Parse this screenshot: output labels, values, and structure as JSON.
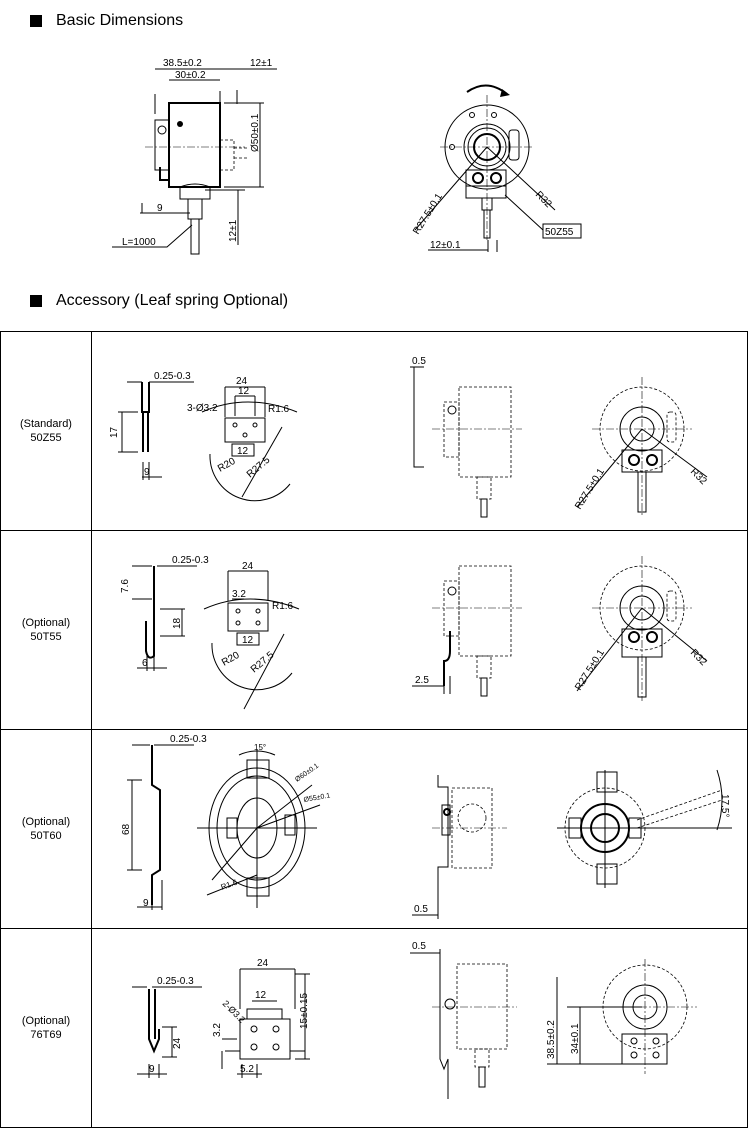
{
  "basic": {
    "title": "Basic Dimensions",
    "labels": {
      "len_total": "38.5±0.2",
      "len_body": "30±0.2",
      "cable_offset": "12±1",
      "diameter": "Ø50±0.1",
      "flange": "9",
      "cable_length": "L=1000",
      "cable_height": "12±1",
      "radius_mount": "R27.5±0.1",
      "radius_outer": "R32",
      "spring_type": "50Z55",
      "clamp_width": "12±0.1"
    }
  },
  "accessory": {
    "title": "Accessory (Leaf spring Optional)",
    "rows": [
      {
        "line1": "(Standard)",
        "line2": "50Z55",
        "labels": {
          "gap": "0.25-0.3",
          "height": "17",
          "depth": "9",
          "width": "24",
          "hole_spacing": "12",
          "holes": "3-Ø3.2",
          "r_small": "R1.6",
          "inner": "12",
          "r20": "R20",
          "r275": "R27.5",
          "offset": "0.5",
          "r_mount": "R27.5±0.1",
          "r_outer": "R32"
        }
      },
      {
        "line1": "(Optional)",
        "line2": "50T55",
        "labels": {
          "gap": "0.25-0.3",
          "height_top": "7.6",
          "height": "18",
          "depth": "6",
          "width": "24",
          "hole": "3.2",
          "r_small": "R1.6",
          "inner": "12",
          "r20": "R20",
          "r275": "R27.5",
          "offset": "2.5",
          "r_mount": "R27.5±0.1",
          "r_outer": "R32"
        }
      },
      {
        "line1": "(Optional)",
        "line2": "50T60",
        "labels": {
          "gap": "0.25-0.3",
          "height": "68",
          "depth": "9",
          "angle": "15°",
          "d60": "Ø60±0.1",
          "d55": "Ø55±0.1",
          "r_small": "R1.6",
          "offset": "0.5",
          "angle2": "17.5°"
        }
      },
      {
        "line1": "(Optional)",
        "line2": "76T69",
        "labels": {
          "gap": "0.25-0.3",
          "height": "24",
          "depth": "9",
          "width": "24",
          "holes": "2-Ø3.2",
          "hole_spacing": "12",
          "h15": "15±0.15",
          "h32": "3.2",
          "w52": "5.2",
          "offset": "0.5",
          "h385": "38.5±0.2",
          "h34": "34±0.1"
        }
      }
    ]
  }
}
